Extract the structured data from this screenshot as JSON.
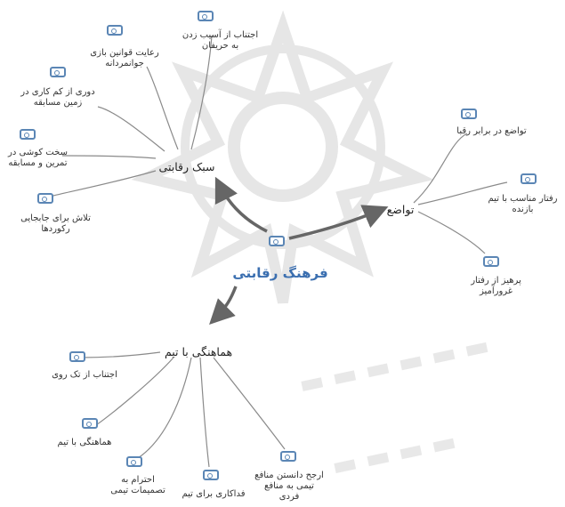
{
  "central": "فرهنگ رقابتی",
  "branches": {
    "competitive": {
      "label": "سبک رقابتی",
      "children": [
        "اجتناب از آسیب زدن به حریفان",
        "رعایت قوانین بازی جوانمردانه",
        "دوری از کم کاری در زمین مسابقه",
        "سخت کوشی در تمرین و مسابقه",
        "تلاش برای جابجایی رکوردها"
      ]
    },
    "humility": {
      "label": "تواضع",
      "children": [
        "تواضع در برابر رقبا",
        "رفتار مناسب با تیم بازنده",
        "پرهیز از رفتار غرورآمیز"
      ]
    },
    "team": {
      "label": "هماهنگی با تیم",
      "children": [
        "اجتناب از تک روی",
        "هماهنگی با تیم",
        "احترام به تصمیمات تیمی",
        "فداکاری برای تیم",
        "ارجح دانستن منافع تیمی به منافع فردی"
      ]
    }
  },
  "colors": {
    "central": "#3b6fb0",
    "icon": "#5b86b5",
    "arrow": "#666666",
    "line": "#8a8a8a",
    "watermark": "#e6e6e6"
  },
  "icons": {
    "node": "topic-note-icon"
  }
}
